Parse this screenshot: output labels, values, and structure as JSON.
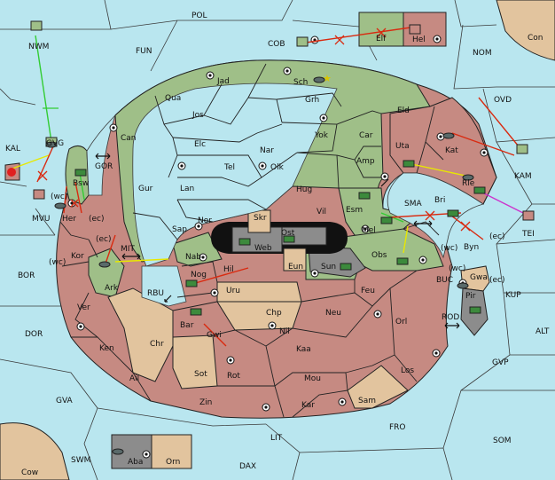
{
  "colors": {
    "sea": "#b9e6ef",
    "green": "#9fbf88",
    "red": "#c68a82",
    "tan": "#e2c49e",
    "gray": "#8c8c8c",
    "dark": "#222222"
  },
  "labels": {
    "pol": "POL",
    "fun": "FUN",
    "cob": "COB",
    "nom": "NOM",
    "con": "Con",
    "nwm": "NWM",
    "kal": "KAL",
    "gvg": "GVG",
    "mvu": "MVU",
    "gor": "GOR",
    "ovd": "OVD",
    "kam": "KAM",
    "tei": "TEI",
    "kup": "KUP",
    "alt": "ALT",
    "gvp": "GVP",
    "som": "SOM",
    "fro": "FRO",
    "lit": "LIT",
    "dax": "DAX",
    "swm": "SWM",
    "gva": "GVA",
    "dor": "DOR",
    "bor": "BOR",
    "cow": "Cow",
    "mit": "MIT",
    "rbu": "RBU",
    "sma": "SMA",
    "buc": "BUC",
    "rod": "ROD",
    "elf": "Elf",
    "hel": "Hel",
    "jad": "Jad",
    "sch": "Sch",
    "qua": "Qua",
    "jos": "Jos",
    "can": "Can",
    "grh": "Grh",
    "eld": "Eld",
    "elc": "Elc",
    "nar": "Nar",
    "yok": "Yok",
    "car": "Car",
    "uta": "Uta",
    "kat": "Kat",
    "tel": "Tel",
    "olk": "Olk",
    "amp": "Amp",
    "bri": "Bri",
    "rle": "Rle",
    "gur": "Gur",
    "lan": "Lan",
    "hug": "Hug",
    "esm": "Esm",
    "nor": "Nor",
    "vil": "Vil",
    "mel": "Mel",
    "byn": "Byn",
    "sap": "Sap",
    "skr": "Skr",
    "ost": "Ost",
    "web": "Web",
    "obs": "Obs",
    "nab": "Nab",
    "eun": "Eun",
    "sun": "Sun",
    "gwa": "Gwa",
    "pir": "Pir",
    "bsw": "Bsw",
    "her": "Her",
    "kor": "Kor",
    "ark": "Ark",
    "nog": "Nog",
    "hil": "Hil",
    "uru": "Uru",
    "feu": "Feu",
    "ver": "Ver",
    "chp": "Chp",
    "neu": "Neu",
    "orl": "Orl",
    "bar": "Bar",
    "gwi": "Gwi",
    "nil": "Nil",
    "ken": "Ken",
    "chr": "Chr",
    "kaa": "Kaa",
    "ail": "Ail",
    "sot": "Sot",
    "rot": "Rot",
    "mou": "Mou",
    "los": "Los",
    "zin": "Zin",
    "kar": "Kar",
    "sam": "Sam",
    "aba": "Aba",
    "orn": "Orn",
    "ec1": "(ec)",
    "ec2": "(ec)",
    "ec3": "(ec)",
    "ec4": "(ec)",
    "wc1": "(wc)",
    "wc2": "(wc)",
    "wc3": "(wc)",
    "wc4": "(wc)"
  }
}
